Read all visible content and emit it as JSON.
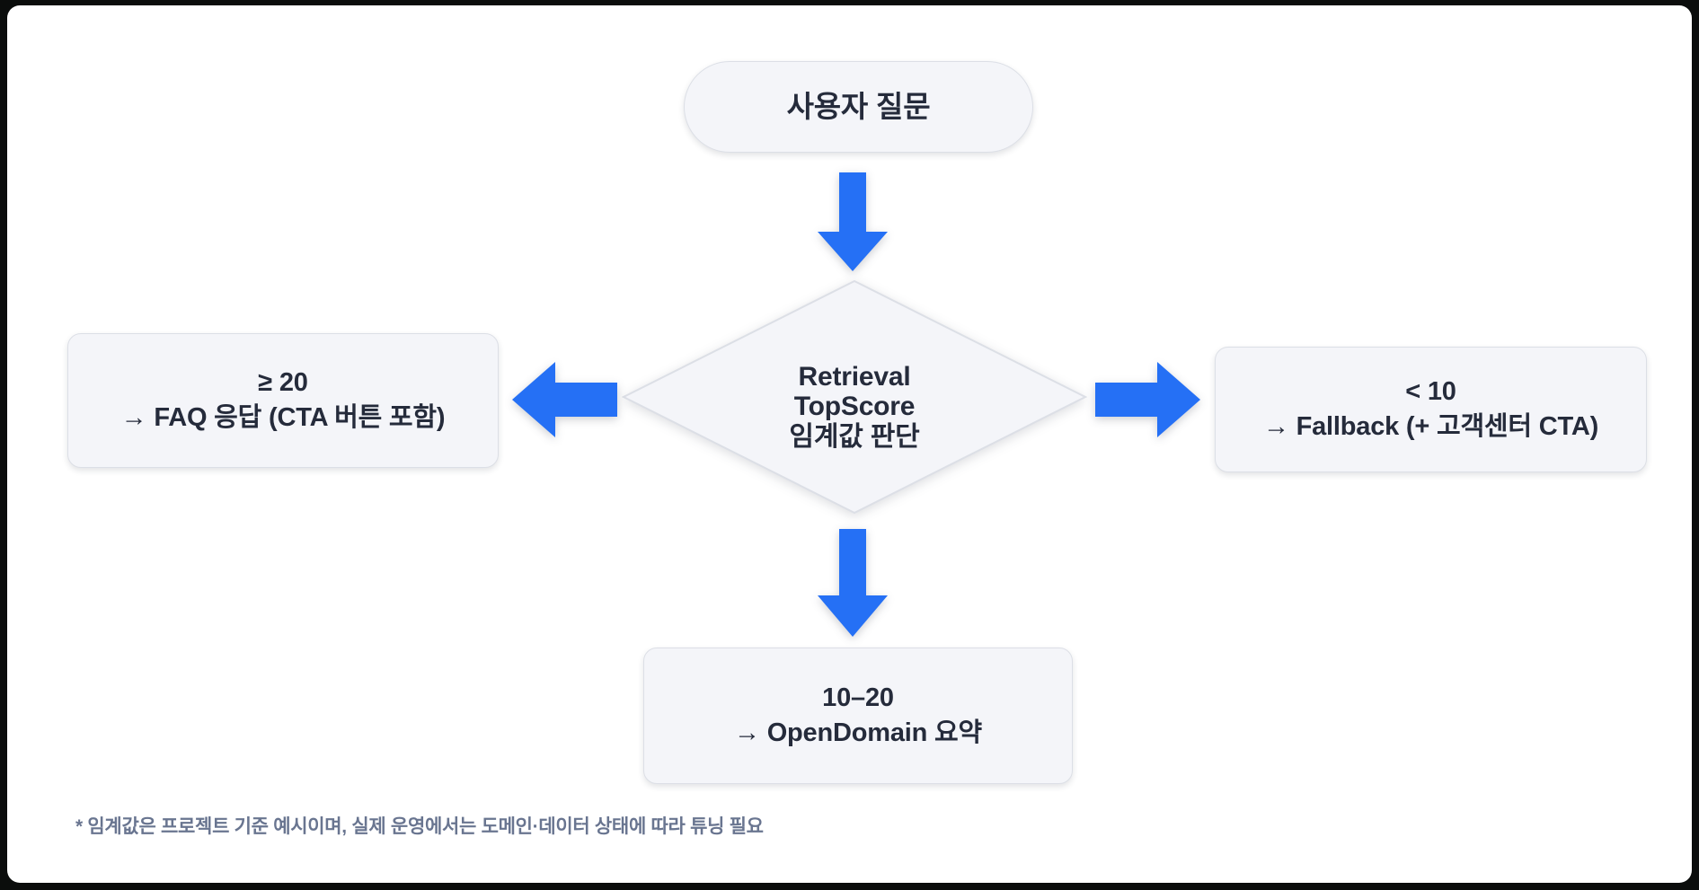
{
  "diagram": {
    "title_node": {
      "label": "사용자 질문",
      "shape": "pill"
    },
    "decision_node": {
      "line1": "Retrieval",
      "line2": "TopScore",
      "line3": "임계값 판단",
      "shape": "diamond"
    },
    "branches": {
      "high": {
        "condition": "≥ 20",
        "action": "→ FAQ 응답 (CTA 버튼 포함)",
        "direction": "left"
      },
      "low": {
        "condition": "< 10",
        "action": "→ Fallback (+ 고객센터 CTA)",
        "direction": "right"
      },
      "mid": {
        "condition": "10–20",
        "action": "→ OpenDomain 요약",
        "direction": "down"
      }
    },
    "footnote": "* 임계값은 프로젝트 기준 예시이며, 실제 운영에서는 도메인·데이터 상태에 따라 튜닝 필요",
    "colors": {
      "arrow": "#2570f5",
      "node_fill": "#f4f5f9",
      "node_border": "#dcdfe6",
      "node_text": "#252b3b",
      "footnote_text": "#697590",
      "canvas": "#ffffff",
      "frame": "#0b0d0c"
    }
  }
}
